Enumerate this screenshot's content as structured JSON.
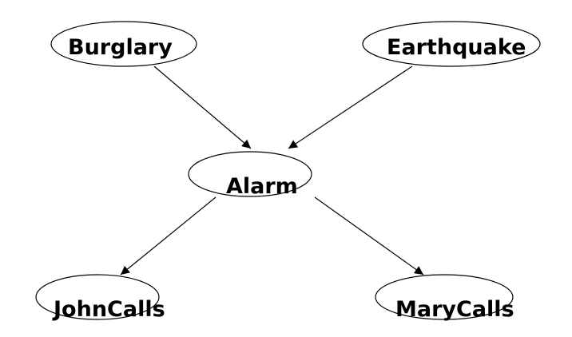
{
  "diagram": {
    "nodes": {
      "burglary": "Burglary",
      "earthquake": "Earthquake",
      "alarm": "Alarm",
      "johncalls": "JohnCalls",
      "marycalls": "MaryCalls"
    },
    "edges": [
      {
        "from": "burglary",
        "to": "alarm"
      },
      {
        "from": "earthquake",
        "to": "alarm"
      },
      {
        "from": "alarm",
        "to": "johncalls"
      },
      {
        "from": "alarm",
        "to": "marycalls"
      }
    ]
  }
}
